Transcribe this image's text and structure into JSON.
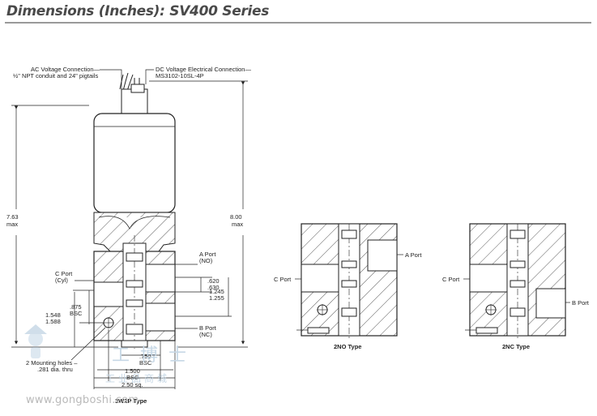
{
  "title": "Dimensions (Inches): SV400 Series",
  "main_view": {
    "ac_connection": {
      "line1": "AC Voltage Connection—",
      "line2": "½\" NPT conduit and 24\" pigtails"
    },
    "dc_connection": {
      "line1": "DC Voltage Electrical Connection—",
      "line2": "MS3102-10SL-4P"
    },
    "height_left": {
      "value": "7.63",
      "unit": "max"
    },
    "height_right": {
      "value": "8.00",
      "unit": "max"
    },
    "a_port": {
      "name": "A Port",
      "state": "(NO)"
    },
    "b_port": {
      "name": "B Port",
      "state": "(NC)"
    },
    "c_port": {
      "name": "C Port",
      "state": "(Cyl)"
    },
    "dim_620": ".620",
    "dim_630": ".630",
    "dim_1245": "1.245",
    "dim_1255": "1.255",
    "dim_875": ".875",
    "dim_875_bsc": "BSC",
    "dim_1548": "1.548",
    "dim_1588": "1.588",
    "mounting_holes": {
      "line1": "2 Mounting holes –",
      "line2": ".281 dia. thru"
    },
    "dim_750": ".750",
    "dim_750_bsc": "BSC",
    "dim_1500": "1.500",
    "dim_1500_bsc": "BSC",
    "dim_250": "2.50 sq.",
    "type_label": "3W2P Type"
  },
  "no_view": {
    "a_port": "A Port",
    "c_port": "C Port",
    "type_label": "2NO Type"
  },
  "nc_view": {
    "b_port": "B Port",
    "c_port": "C Port",
    "type_label": "2NC Type"
  },
  "watermark": {
    "url": "www.gongboshi.com",
    "cn_top": "工 博 士",
    "cn_bottom": "工业品商城"
  }
}
